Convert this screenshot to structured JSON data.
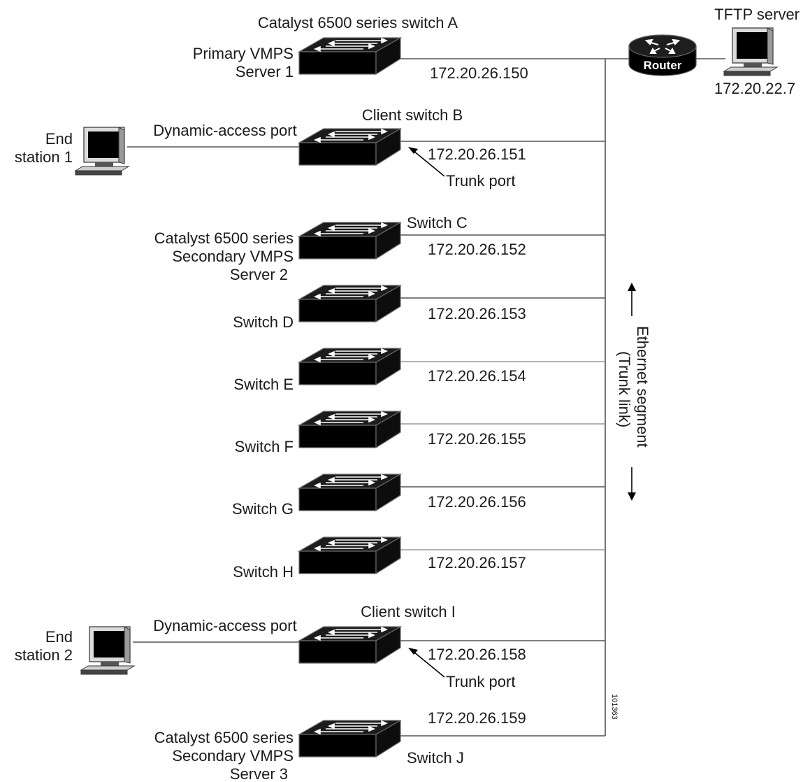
{
  "switches": [
    {
      "name": "Catalyst 6500 series switch A",
      "labels": [
        "Primary VMPS",
        "Server 1"
      ],
      "ip": "172.20.26.150"
    },
    {
      "name": "Client switch B",
      "labels": [],
      "ip": "172.20.26.151",
      "port_type": "Trunk port"
    },
    {
      "name": "Switch C",
      "labels": [
        "Catalyst 6500 series",
        "Secondary VMPS",
        "Server 2"
      ],
      "ip": "172.20.26.152"
    },
    {
      "name": "Switch D",
      "labels": [],
      "ip": "172.20.26.153"
    },
    {
      "name": "Switch E",
      "labels": [],
      "ip": "172.20.26.154"
    },
    {
      "name": "Switch F",
      "labels": [],
      "ip": "172.20.26.155"
    },
    {
      "name": "Switch G",
      "labels": [],
      "ip": "172.20.26.156"
    },
    {
      "name": "Switch H",
      "labels": [],
      "ip": "172.20.26.157"
    },
    {
      "name": "Client switch I",
      "labels": [],
      "ip": "172.20.26.158",
      "port_type": "Trunk port"
    },
    {
      "name": "Switch J",
      "labels": [
        "Catalyst 6500 series",
        "Secondary VMPS",
        "Server 3"
      ],
      "ip": "172.20.26.159"
    }
  ],
  "end_stations": [
    {
      "label_line1": "End",
      "label_line2": "station 1",
      "link": "Dynamic-access port"
    },
    {
      "label_line1": "End",
      "label_line2": "station 2",
      "link": "Dynamic-access port"
    }
  ],
  "router": {
    "label": "Router"
  },
  "tftp": {
    "title": "TFTP server",
    "ip": "172.20.22.7"
  },
  "segment": {
    "line1": "Ethernet segment",
    "line2": "(Trunk link)"
  },
  "figure_id": "101363"
}
